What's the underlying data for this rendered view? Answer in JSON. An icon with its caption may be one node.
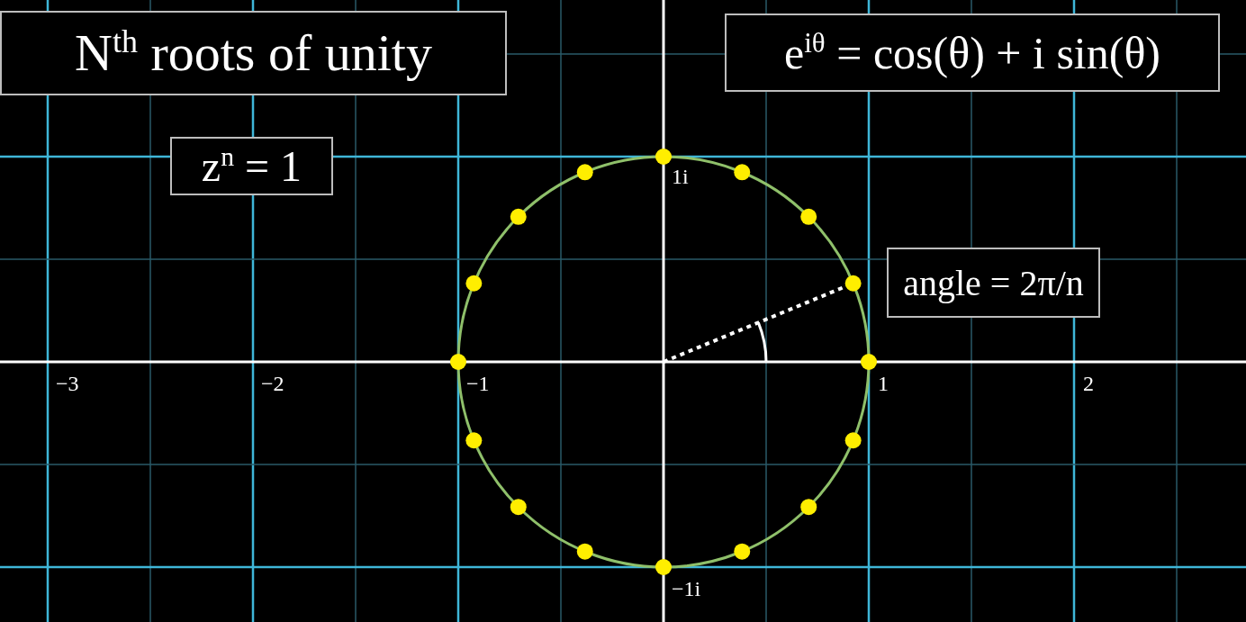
{
  "diagram": {
    "nodes": [
      {
        "text": [
          "N$^{th}$ roots of unity"
        ]
      },
      {
        "text": [
          "z$^{n}$ = 1"
        ]
      },
      {
        "text": [
          "e$^{iθ}$ = cos(θ) + i sin(θ)"
        ]
      },
      {
        "text": [
          "angle = 2π/n"
        ]
      }
    ],
    "labels": [
      "1i",
      "−3",
      "−2",
      "−1",
      "1",
      "2",
      "−1i"
    ]
  }
}
